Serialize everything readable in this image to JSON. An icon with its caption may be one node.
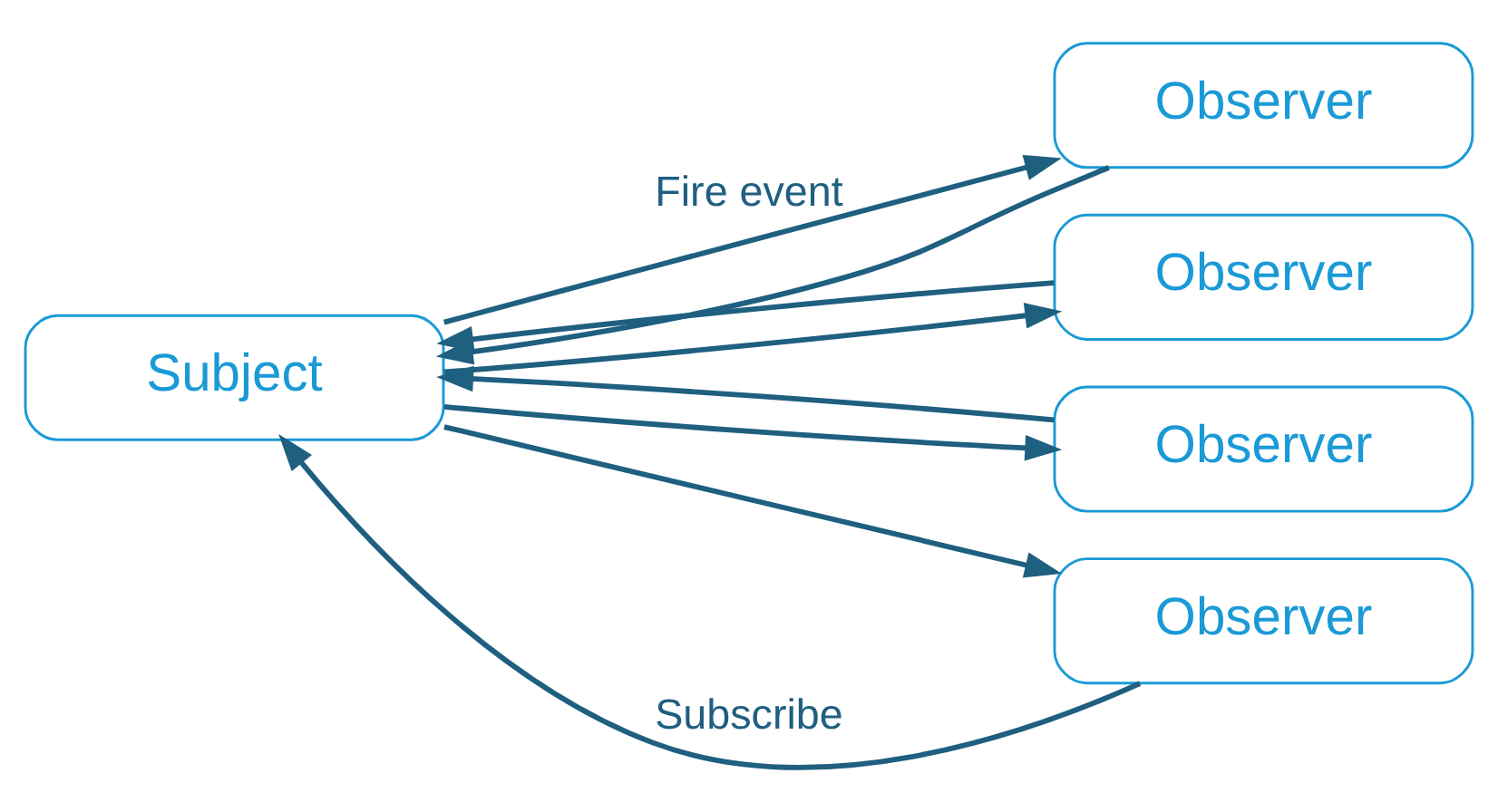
{
  "diagram": {
    "nodes": [
      {
        "text": [
          "Subject"
        ]
      },
      {
        "text": [
          "Observer"
        ]
      },
      {
        "text": [
          "Observer"
        ]
      },
      {
        "text": [
          "Observer"
        ]
      },
      {
        "text": [
          "Observer"
        ]
      }
    ],
    "edges": [
      {
        "from": 0,
        "to": 1,
        "arrow": "to",
        "label": "Fire event"
      },
      {
        "from": 0,
        "to": 2,
        "arrow": "to"
      },
      {
        "from": 0,
        "to": 3,
        "arrow": "to"
      },
      {
        "from": 0,
        "to": 4,
        "arrow": "to"
      },
      {
        "from": 1,
        "to": 0,
        "arrow": "to"
      },
      {
        "from": 2,
        "to": 0,
        "arrow": "to"
      },
      {
        "from": 3,
        "to": 0,
        "arrow": "to"
      },
      {
        "from": 4,
        "to": 0,
        "arrow": "to",
        "label": "Subscribe"
      }
    ]
  }
}
